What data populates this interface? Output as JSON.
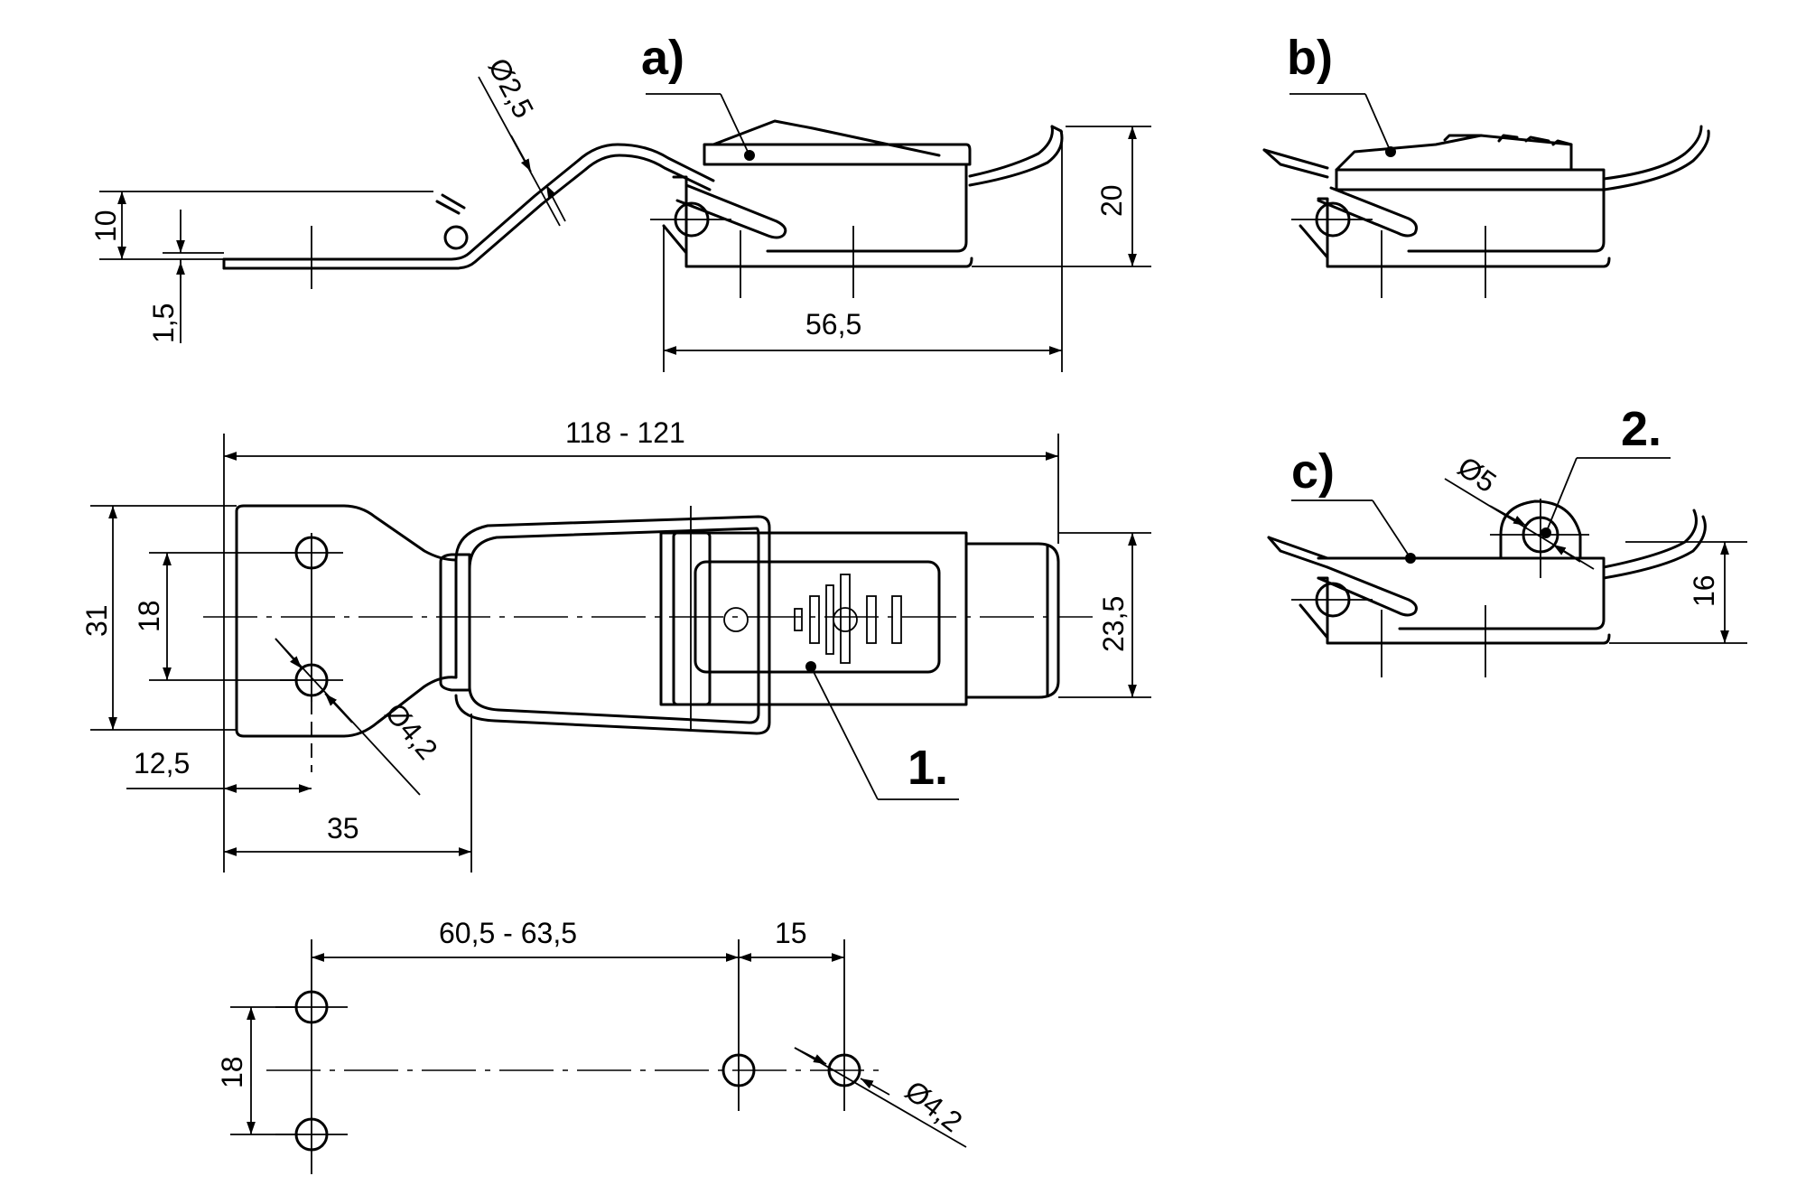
{
  "variants": {
    "a": "a)",
    "b": "b)",
    "c": "c)"
  },
  "callouts": {
    "one": "1.",
    "two": "2."
  },
  "dimensions": {
    "diam_wire": "Ø2,5",
    "plate_offset": "10",
    "plate_thickness": "1,5",
    "height_closed": "20",
    "latch_length": "56,5",
    "overall_length": "118 - 121",
    "plate_width": "31",
    "hole_spacing_plate": "18",
    "latch_width": "23,5",
    "hole_to_edge": "12,5",
    "plate_length": "35",
    "diam_hole_plate": "Ø4,2",
    "diam_padlock": "Ø5",
    "height_padlock": "16",
    "hole_pattern_length": "60,5 - 63,5",
    "hole_pattern_small": "15",
    "hole_pattern_spacing": "18",
    "diam_hole_pattern": "Ø4,2"
  }
}
